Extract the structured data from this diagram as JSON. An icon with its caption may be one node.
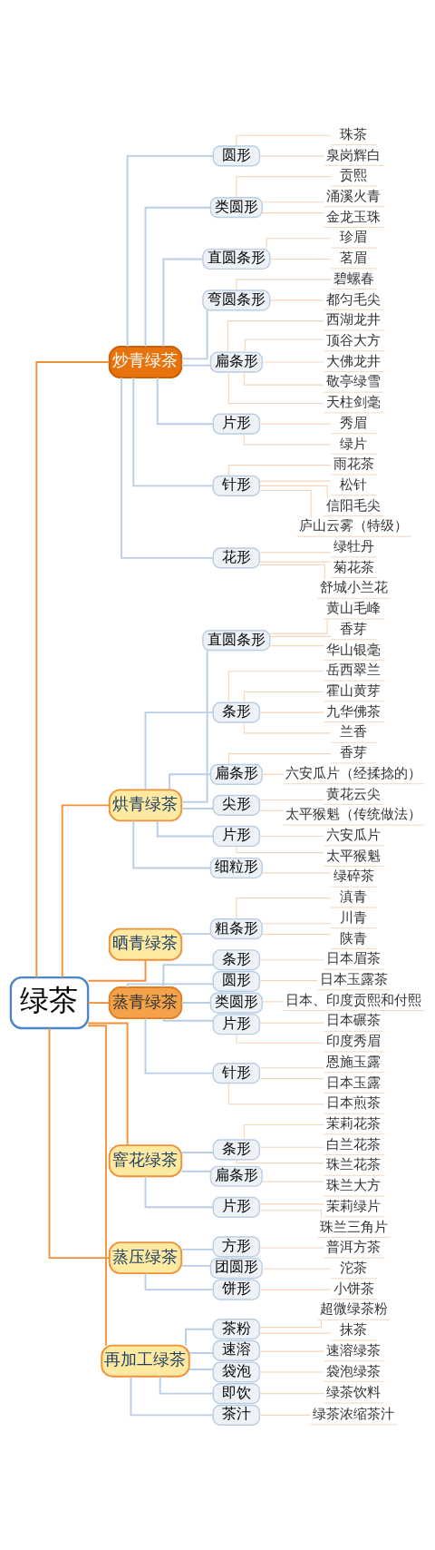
{
  "diagram": {
    "nodes": [
      {
        "text": [
          "绿茶"
        ]
      },
      {
        "text": [
          "炒青绿茶"
        ]
      },
      {
        "text": [
          "圆形"
        ]
      },
      {
        "text": [
          "珠茶"
        ]
      },
      {
        "text": [
          "泉岗辉白"
        ]
      },
      {
        "text": [
          "类圆形"
        ]
      },
      {
        "text": [
          "贡熙"
        ]
      },
      {
        "text": [
          "涌溪火青"
        ]
      },
      {
        "text": [
          "金龙玉珠"
        ]
      },
      {
        "text": [
          "直圆条形"
        ]
      },
      {
        "text": [
          "珍眉"
        ]
      },
      {
        "text": [
          "茗眉"
        ]
      },
      {
        "text": [
          "弯圆条形"
        ]
      },
      {
        "text": [
          "碧螺春"
        ]
      },
      {
        "text": [
          "都匀毛尖"
        ]
      },
      {
        "text": [
          "扁条形"
        ]
      },
      {
        "text": [
          "西湖龙井"
        ]
      },
      {
        "text": [
          "顶谷大方"
        ]
      },
      {
        "text": [
          "大佛龙井"
        ]
      },
      {
        "text": [
          "敬亭绿雪"
        ]
      },
      {
        "text": [
          "天柱剑毫"
        ]
      },
      {
        "text": [
          "片形"
        ]
      },
      {
        "text": [
          "秀眉"
        ]
      },
      {
        "text": [
          "绿片"
        ]
      },
      {
        "text": [
          "针形"
        ]
      },
      {
        "text": [
          "雨花茶"
        ]
      },
      {
        "text": [
          "松针"
        ]
      },
      {
        "text": [
          "信阳毛尖"
        ]
      },
      {
        "text": [
          "庐山云雾（特级）"
        ]
      },
      {
        "text": [
          "花形"
        ]
      },
      {
        "text": [
          "绿牡丹"
        ]
      },
      {
        "text": [
          "菊花茶"
        ]
      },
      {
        "text": [
          "舒城小兰花"
        ]
      },
      {
        "text": [
          "烘青绿茶"
        ]
      },
      {
        "text": [
          "直圆条形"
        ]
      },
      {
        "text": [
          "黄山毛峰"
        ]
      },
      {
        "text": [
          "香芽"
        ]
      },
      {
        "text": [
          "华山银毫"
        ]
      },
      {
        "text": [
          "条形"
        ]
      },
      {
        "text": [
          "岳西翠兰"
        ]
      },
      {
        "text": [
          "霍山黄芽"
        ]
      },
      {
        "text": [
          "九华佛茶"
        ]
      },
      {
        "text": [
          "兰香"
        ]
      },
      {
        "text": [
          "扁条形"
        ]
      },
      {
        "text": [
          "香芽"
        ]
      },
      {
        "text": [
          "六安瓜片（经揉捻的）"
        ]
      },
      {
        "text": [
          "尖形"
        ]
      },
      {
        "text": [
          "黄花云尖"
        ]
      },
      {
        "text": [
          "太平猴魁（传统做法）"
        ]
      },
      {
        "text": [
          "片形"
        ]
      },
      {
        "text": [
          "六安瓜片"
        ]
      },
      {
        "text": [
          "太平猴魁"
        ]
      },
      {
        "text": [
          "细粒形"
        ]
      },
      {
        "text": [
          "绿碎茶"
        ]
      },
      {
        "text": [
          "晒青绿茶"
        ]
      },
      {
        "text": [
          "粗条形"
        ]
      },
      {
        "text": [
          "滇青"
        ]
      },
      {
        "text": [
          "川青"
        ]
      },
      {
        "text": [
          "陕青"
        ]
      },
      {
        "text": [
          "蒸青绿茶"
        ]
      },
      {
        "text": [
          "条形"
        ]
      },
      {
        "text": [
          "日本眉茶"
        ]
      },
      {
        "text": [
          "圆形"
        ]
      },
      {
        "text": [
          "日本玉露茶"
        ]
      },
      {
        "text": [
          "类圆形"
        ]
      },
      {
        "text": [
          "日本、印度贡熙和付熙"
        ]
      },
      {
        "text": [
          "片形"
        ]
      },
      {
        "text": [
          "日本碾茶"
        ]
      },
      {
        "text": [
          "印度秀眉"
        ]
      },
      {
        "text": [
          "针形"
        ]
      },
      {
        "text": [
          "恩施玉露"
        ]
      },
      {
        "text": [
          "日本玉露"
        ]
      },
      {
        "text": [
          "日本煎茶"
        ]
      },
      {
        "text": [
          "窨花绿茶"
        ]
      },
      {
        "text": [
          "条形"
        ]
      },
      {
        "text": [
          "茉莉花茶"
        ]
      },
      {
        "text": [
          "白兰花茶"
        ]
      },
      {
        "text": [
          "珠兰花茶"
        ]
      },
      {
        "text": [
          "扁条形"
        ]
      },
      {
        "text": [
          "珠兰大方"
        ]
      },
      {
        "text": [
          "片形"
        ]
      },
      {
        "text": [
          "茉莉绿片"
        ]
      },
      {
        "text": [
          "珠兰三角片"
        ]
      },
      {
        "text": [
          "蒸压绿茶"
        ]
      },
      {
        "text": [
          "方形"
        ]
      },
      {
        "text": [
          "普洱方茶"
        ]
      },
      {
        "text": [
          "团圆形"
        ]
      },
      {
        "text": [
          "沱茶"
        ]
      },
      {
        "text": [
          "饼形"
        ]
      },
      {
        "text": [
          "小饼茶"
        ]
      },
      {
        "text": [
          "再加工绿茶"
        ]
      },
      {
        "text": [
          "茶粉"
        ]
      },
      {
        "text": [
          "超微绿茶粉"
        ]
      },
      {
        "text": [
          "抹茶"
        ]
      },
      {
        "text": [
          "速溶"
        ]
      },
      {
        "text": [
          "速溶绿茶"
        ]
      },
      {
        "text": [
          "袋泡"
        ]
      },
      {
        "text": [
          "袋泡绿茶"
        ]
      },
      {
        "text": [
          "即饮"
        ]
      },
      {
        "text": [
          "绿茶饮料"
        ]
      },
      {
        "text": [
          "茶汁"
        ]
      },
      {
        "text": [
          "绿茶浓缩茶汁"
        ]
      }
    ],
    "edges": [
      {
        "from": 0,
        "to": 1,
        "arrow": "none",
        "color": "#f0913a"
      },
      {
        "from": 1,
        "to": 2,
        "arrow": "none",
        "color": "#b9cde5"
      },
      {
        "from": 2,
        "to": 3,
        "arrow": "none"
      },
      {
        "from": 2,
        "to": 4,
        "arrow": "none"
      },
      {
        "from": 1,
        "to": 5,
        "arrow": "none",
        "color": "#b9cde5"
      },
      {
        "from": 5,
        "to": 6,
        "arrow": "none"
      },
      {
        "from": 5,
        "to": 7,
        "arrow": "none"
      },
      {
        "from": 5,
        "to": 8,
        "arrow": "none"
      },
      {
        "from": 1,
        "to": 9,
        "arrow": "none",
        "color": "#b9cde5"
      },
      {
        "from": 9,
        "to": 10,
        "arrow": "none"
      },
      {
        "from": 9,
        "to": 11,
        "arrow": "none"
      },
      {
        "from": 1,
        "to": 12,
        "arrow": "none",
        "color": "#b9cde5"
      },
      {
        "from": 12,
        "to": 13,
        "arrow": "none"
      },
      {
        "from": 12,
        "to": 14,
        "arrow": "none"
      },
      {
        "from": 1,
        "to": 15,
        "arrow": "none",
        "color": "#b9cde5"
      },
      {
        "from": 15,
        "to": 16,
        "arrow": "none"
      },
      {
        "from": 15,
        "to": 17,
        "arrow": "none"
      },
      {
        "from": 15,
        "to": 18,
        "arrow": "none"
      },
      {
        "from": 15,
        "to": 19,
        "arrow": "none"
      },
      {
        "from": 15,
        "to": 20,
        "arrow": "none"
      },
      {
        "from": 1,
        "to": 21,
        "arrow": "none",
        "color": "#b9cde5"
      },
      {
        "from": 21,
        "to": 22,
        "arrow": "none"
      },
      {
        "from": 21,
        "to": 23,
        "arrow": "none"
      },
      {
        "from": 1,
        "to": 24,
        "arrow": "none",
        "color": "#b9cde5"
      },
      {
        "from": 24,
        "to": 25,
        "arrow": "none"
      },
      {
        "from": 24,
        "to": 26,
        "arrow": "none"
      },
      {
        "from": 24,
        "to": 27,
        "arrow": "none"
      },
      {
        "from": 24,
        "to": 28,
        "arrow": "none"
      },
      {
        "from": 1,
        "to": 29,
        "arrow": "none",
        "color": "#b9cde5"
      },
      {
        "from": 29,
        "to": 30,
        "arrow": "none"
      },
      {
        "from": 29,
        "to": 31,
        "arrow": "none"
      },
      {
        "from": 29,
        "to": 32,
        "arrow": "none"
      },
      {
        "from": 0,
        "to": 33,
        "arrow": "none",
        "color": "#f0913a"
      },
      {
        "from": 33,
        "to": 34,
        "arrow": "none",
        "color": "#b9cde5"
      },
      {
        "from": 34,
        "to": 35,
        "arrow": "none"
      },
      {
        "from": 34,
        "to": 36,
        "arrow": "none"
      },
      {
        "from": 34,
        "to": 37,
        "arrow": "none"
      },
      {
        "from": 33,
        "to": 38,
        "arrow": "none",
        "color": "#b9cde5"
      },
      {
        "from": 38,
        "to": 39,
        "arrow": "none"
      },
      {
        "from": 38,
        "to": 40,
        "arrow": "none"
      },
      {
        "from": 38,
        "to": 41,
        "arrow": "none"
      },
      {
        "from": 38,
        "to": 42,
        "arrow": "none"
      },
      {
        "from": 33,
        "to": 43,
        "arrow": "none",
        "color": "#b9cde5"
      },
      {
        "from": 43,
        "to": 44,
        "arrow": "none"
      },
      {
        "from": 43,
        "to": 45,
        "arrow": "none"
      },
      {
        "from": 33,
        "to": 46,
        "arrow": "none",
        "color": "#b9cde5"
      },
      {
        "from": 46,
        "to": 47,
        "arrow": "none"
      },
      {
        "from": 46,
        "to": 48,
        "arrow": "none"
      },
      {
        "from": 33,
        "to": 49,
        "arrow": "none",
        "color": "#b9cde5"
      },
      {
        "from": 49,
        "to": 50,
        "arrow": "none"
      },
      {
        "from": 49,
        "to": 51,
        "arrow": "none"
      },
      {
        "from": 33,
        "to": 52,
        "arrow": "none",
        "color": "#b9cde5"
      },
      {
        "from": 52,
        "to": 53,
        "arrow": "none"
      },
      {
        "from": 0,
        "to": 54,
        "arrow": "none",
        "color": "#f0913a"
      },
      {
        "from": 54,
        "to": 55,
        "arrow": "none",
        "color": "#b9cde5"
      },
      {
        "from": 55,
        "to": 56,
        "arrow": "none"
      },
      {
        "from": 55,
        "to": 57,
        "arrow": "none"
      },
      {
        "from": 55,
        "to": 58,
        "arrow": "none"
      },
      {
        "from": 0,
        "to": 59,
        "arrow": "none",
        "color": "#f0913a"
      },
      {
        "from": 59,
        "to": 60,
        "arrow": "none",
        "color": "#b9cde5"
      },
      {
        "from": 60,
        "to": 61,
        "arrow": "none"
      },
      {
        "from": 59,
        "to": 62,
        "arrow": "none",
        "color": "#b9cde5"
      },
      {
        "from": 62,
        "to": 63,
        "arrow": "none"
      },
      {
        "from": 59,
        "to": 64,
        "arrow": "none",
        "color": "#b9cde5"
      },
      {
        "from": 64,
        "to": 65,
        "arrow": "none"
      },
      {
        "from": 59,
        "to": 66,
        "arrow": "none",
        "color": "#b9cde5"
      },
      {
        "from": 66,
        "to": 67,
        "arrow": "none"
      },
      {
        "from": 66,
        "to": 68,
        "arrow": "none"
      },
      {
        "from": 59,
        "to": 69,
        "arrow": "none",
        "color": "#b9cde5"
      },
      {
        "from": 69,
        "to": 70,
        "arrow": "none"
      },
      {
        "from": 69,
        "to": 71,
        "arrow": "none"
      },
      {
        "from": 69,
        "to": 72,
        "arrow": "none"
      },
      {
        "from": 0,
        "to": 73,
        "arrow": "none",
        "color": "#f0913a"
      },
      {
        "from": 73,
        "to": 74,
        "arrow": "none",
        "color": "#b9cde5"
      },
      {
        "from": 74,
        "to": 75,
        "arrow": "none"
      },
      {
        "from": 74,
        "to": 76,
        "arrow": "none"
      },
      {
        "from": 74,
        "to": 77,
        "arrow": "none"
      },
      {
        "from": 73,
        "to": 78,
        "arrow": "none",
        "color": "#b9cde5"
      },
      {
        "from": 78,
        "to": 79,
        "arrow": "none"
      },
      {
        "from": 73,
        "to": 80,
        "arrow": "none",
        "color": "#b9cde5"
      },
      {
        "from": 80,
        "to": 81,
        "arrow": "none"
      },
      {
        "from": 80,
        "to": 82,
        "arrow": "none"
      },
      {
        "from": 0,
        "to": 83,
        "arrow": "none",
        "color": "#f0913a"
      },
      {
        "from": 83,
        "to": 84,
        "arrow": "none",
        "color": "#b9cde5"
      },
      {
        "from": 84,
        "to": 85,
        "arrow": "none"
      },
      {
        "from": 83,
        "to": 86,
        "arrow": "none",
        "color": "#b9cde5"
      },
      {
        "from": 86,
        "to": 87,
        "arrow": "none"
      },
      {
        "from": 83,
        "to": 88,
        "arrow": "none",
        "color": "#b9cde5"
      },
      {
        "from": 88,
        "to": 89,
        "arrow": "none"
      },
      {
        "from": 0,
        "to": 90,
        "arrow": "none",
        "color": "#f0913a"
      },
      {
        "from": 90,
        "to": 91,
        "arrow": "none",
        "color": "#b9cde5"
      },
      {
        "from": 91,
        "to": 92,
        "arrow": "none"
      },
      {
        "from": 91,
        "to": 93,
        "arrow": "none"
      },
      {
        "from": 90,
        "to": 94,
        "arrow": "none",
        "color": "#b9cde5"
      },
      {
        "from": 94,
        "to": 95,
        "arrow": "none"
      },
      {
        "from": 90,
        "to": 96,
        "arrow": "none",
        "color": "#b9cde5"
      },
      {
        "from": 96,
        "to": 97,
        "arrow": "none"
      },
      {
        "from": 90,
        "to": 98,
        "arrow": "none",
        "color": "#b9cde5"
      },
      {
        "from": 98,
        "to": 99,
        "arrow": "none"
      },
      {
        "from": 90,
        "to": 100,
        "arrow": "none",
        "color": "#b9cde5"
      },
      {
        "from": 100,
        "to": 101,
        "arrow": "none"
      }
    ]
  }
}
